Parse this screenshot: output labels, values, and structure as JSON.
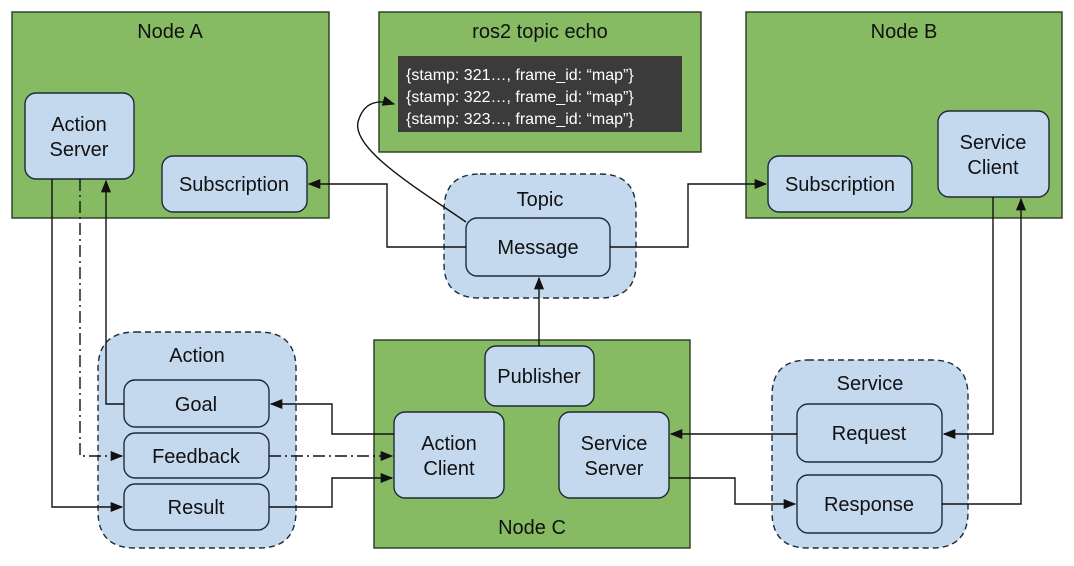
{
  "colors": {
    "node_fill": "#86bb64",
    "node_stroke": "#2a3a22",
    "bubble_fill": "#c4d9ee",
    "bubble_stroke": "#1e2a38",
    "terminal_fill": "#3b3b3b"
  },
  "nodes": {
    "node_a": "Node A",
    "node_b": "Node B",
    "node_c": "Node C",
    "echo": "ros2 topic echo"
  },
  "echo_lines": [
    "{stamp: 321…, frame_id: “map”}",
    "{stamp: 322…, frame_id: “map”}",
    "{stamp: 323…, frame_id: “map”}"
  ],
  "node_a": {
    "action_server_line1": "Action",
    "action_server_line2": "Server",
    "subscription": "Subscription"
  },
  "node_b": {
    "subscription": "Subscription",
    "service_client_line1": "Service",
    "service_client_line2": "Client"
  },
  "node_c": {
    "publisher": "Publisher",
    "action_client_line1": "Action",
    "action_client_line2": "Client",
    "service_server_line1": "Service",
    "service_server_line2": "Server"
  },
  "topic": {
    "title": "Topic",
    "message": "Message"
  },
  "action": {
    "title": "Action",
    "goal": "Goal",
    "feedback": "Feedback",
    "result": "Result"
  },
  "service": {
    "title": "Service",
    "request": "Request",
    "response": "Response"
  }
}
